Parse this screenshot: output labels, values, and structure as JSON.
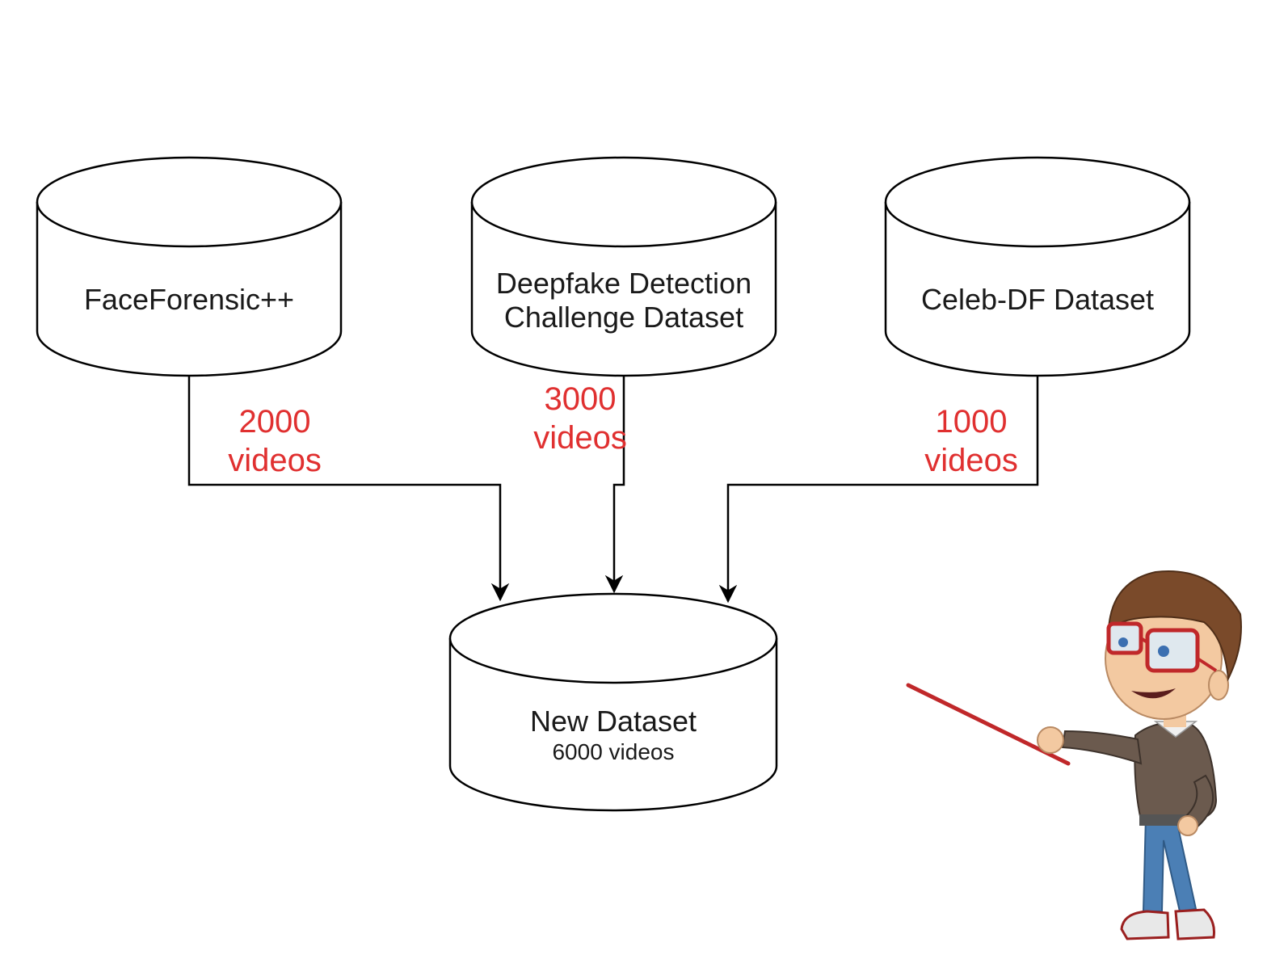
{
  "sources": [
    {
      "name": "FaceForensic++",
      "count_line1": "2000",
      "count_line2": "videos"
    },
    {
      "name_line1": "Deepfake Detection",
      "name_line2": "Challenge Dataset",
      "count_line1": "3000",
      "count_line2": "videos"
    },
    {
      "name": "Celeb-DF Dataset",
      "count_line1": "1000",
      "count_line2": "videos"
    }
  ],
  "target": {
    "name": "New Dataset",
    "subtitle": "6000 videos"
  },
  "colors": {
    "count_text": "#e03030",
    "stroke": "#000000",
    "pointer": "#c0282a",
    "shirt": "#6b5a4e",
    "jeans": "#4b7fb5",
    "hair": "#7a4a2a"
  },
  "icons": {
    "presenter": "teacher-with-pointer-icon"
  }
}
